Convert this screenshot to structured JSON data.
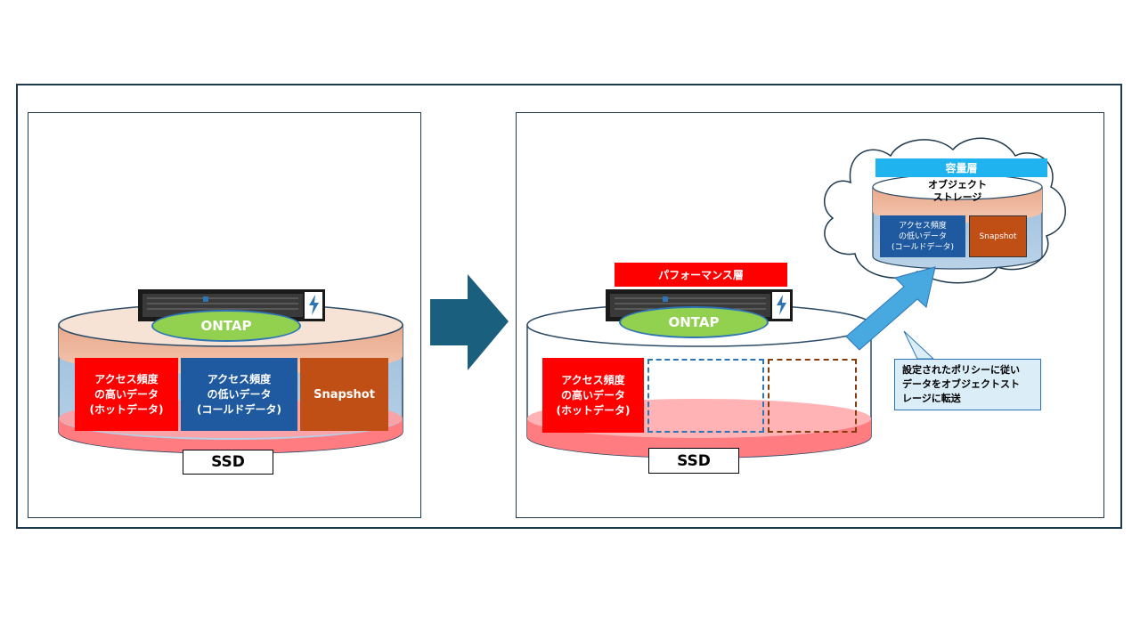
{
  "left": {
    "hot_data_label": "アクセス頻度\nの高いデータ\n(ホットデータ)",
    "cold_data_label": "アクセス頻度\nの低いデータ\n(コールドデータ)",
    "snapshot_label": "Snapshot",
    "ontap_label": "ONTAP",
    "ssd_label": "SSD"
  },
  "right": {
    "performance_tier_label": "パフォーマンス層",
    "hot_data_label": "アクセス頻度\nの高いデータ\n(ホットデータ)",
    "ontap_label": "ONTAP",
    "ssd_label": "SSD",
    "capacity_tier_label": "容量層",
    "object_storage_label": "オブジェクト\nストレージ",
    "cloud_cold_data_label": "アクセス頻度\nの低いデータ\n(コールドデータ)",
    "cloud_snapshot_label": "Snapshot",
    "callout_text": "設定されたポリシーに従い\nデータをオブジェクトスト\nレージに転送"
  },
  "colors": {
    "hot": "#ff0000",
    "cold": "#1f5aa0",
    "snapshot": "#c04f15",
    "ontap": "#92d050",
    "ssd_fill": "#ff7c80",
    "capacity_tier": "#1fb4f0",
    "arrow": "#1b5f7e",
    "frame": "#1f3a4d"
  }
}
